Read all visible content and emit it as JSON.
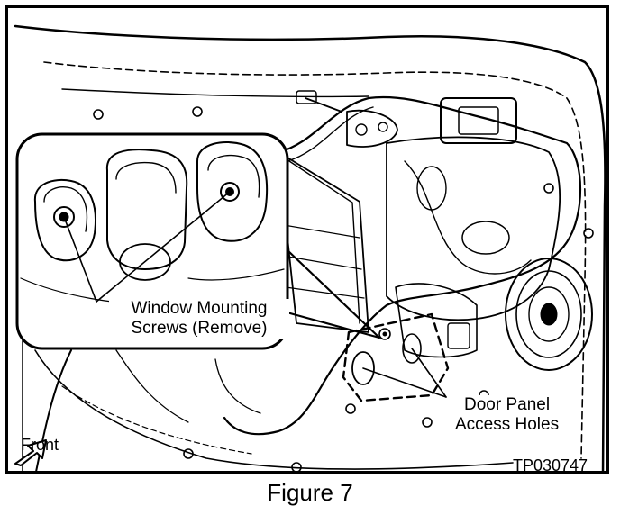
{
  "figure": {
    "caption": "Figure 7",
    "code": "TP030747"
  },
  "labels": {
    "window_screws_line1": "Window Mounting",
    "window_screws_line2": "Screws (Remove)",
    "access_holes_line1": "Door Panel",
    "access_holes_line2": "Access Holes",
    "front": "Front"
  },
  "colors": {
    "ink": "#000000",
    "paper": "#ffffff"
  },
  "icons": {
    "front_arrow": "arrow-up-right-icon"
  }
}
